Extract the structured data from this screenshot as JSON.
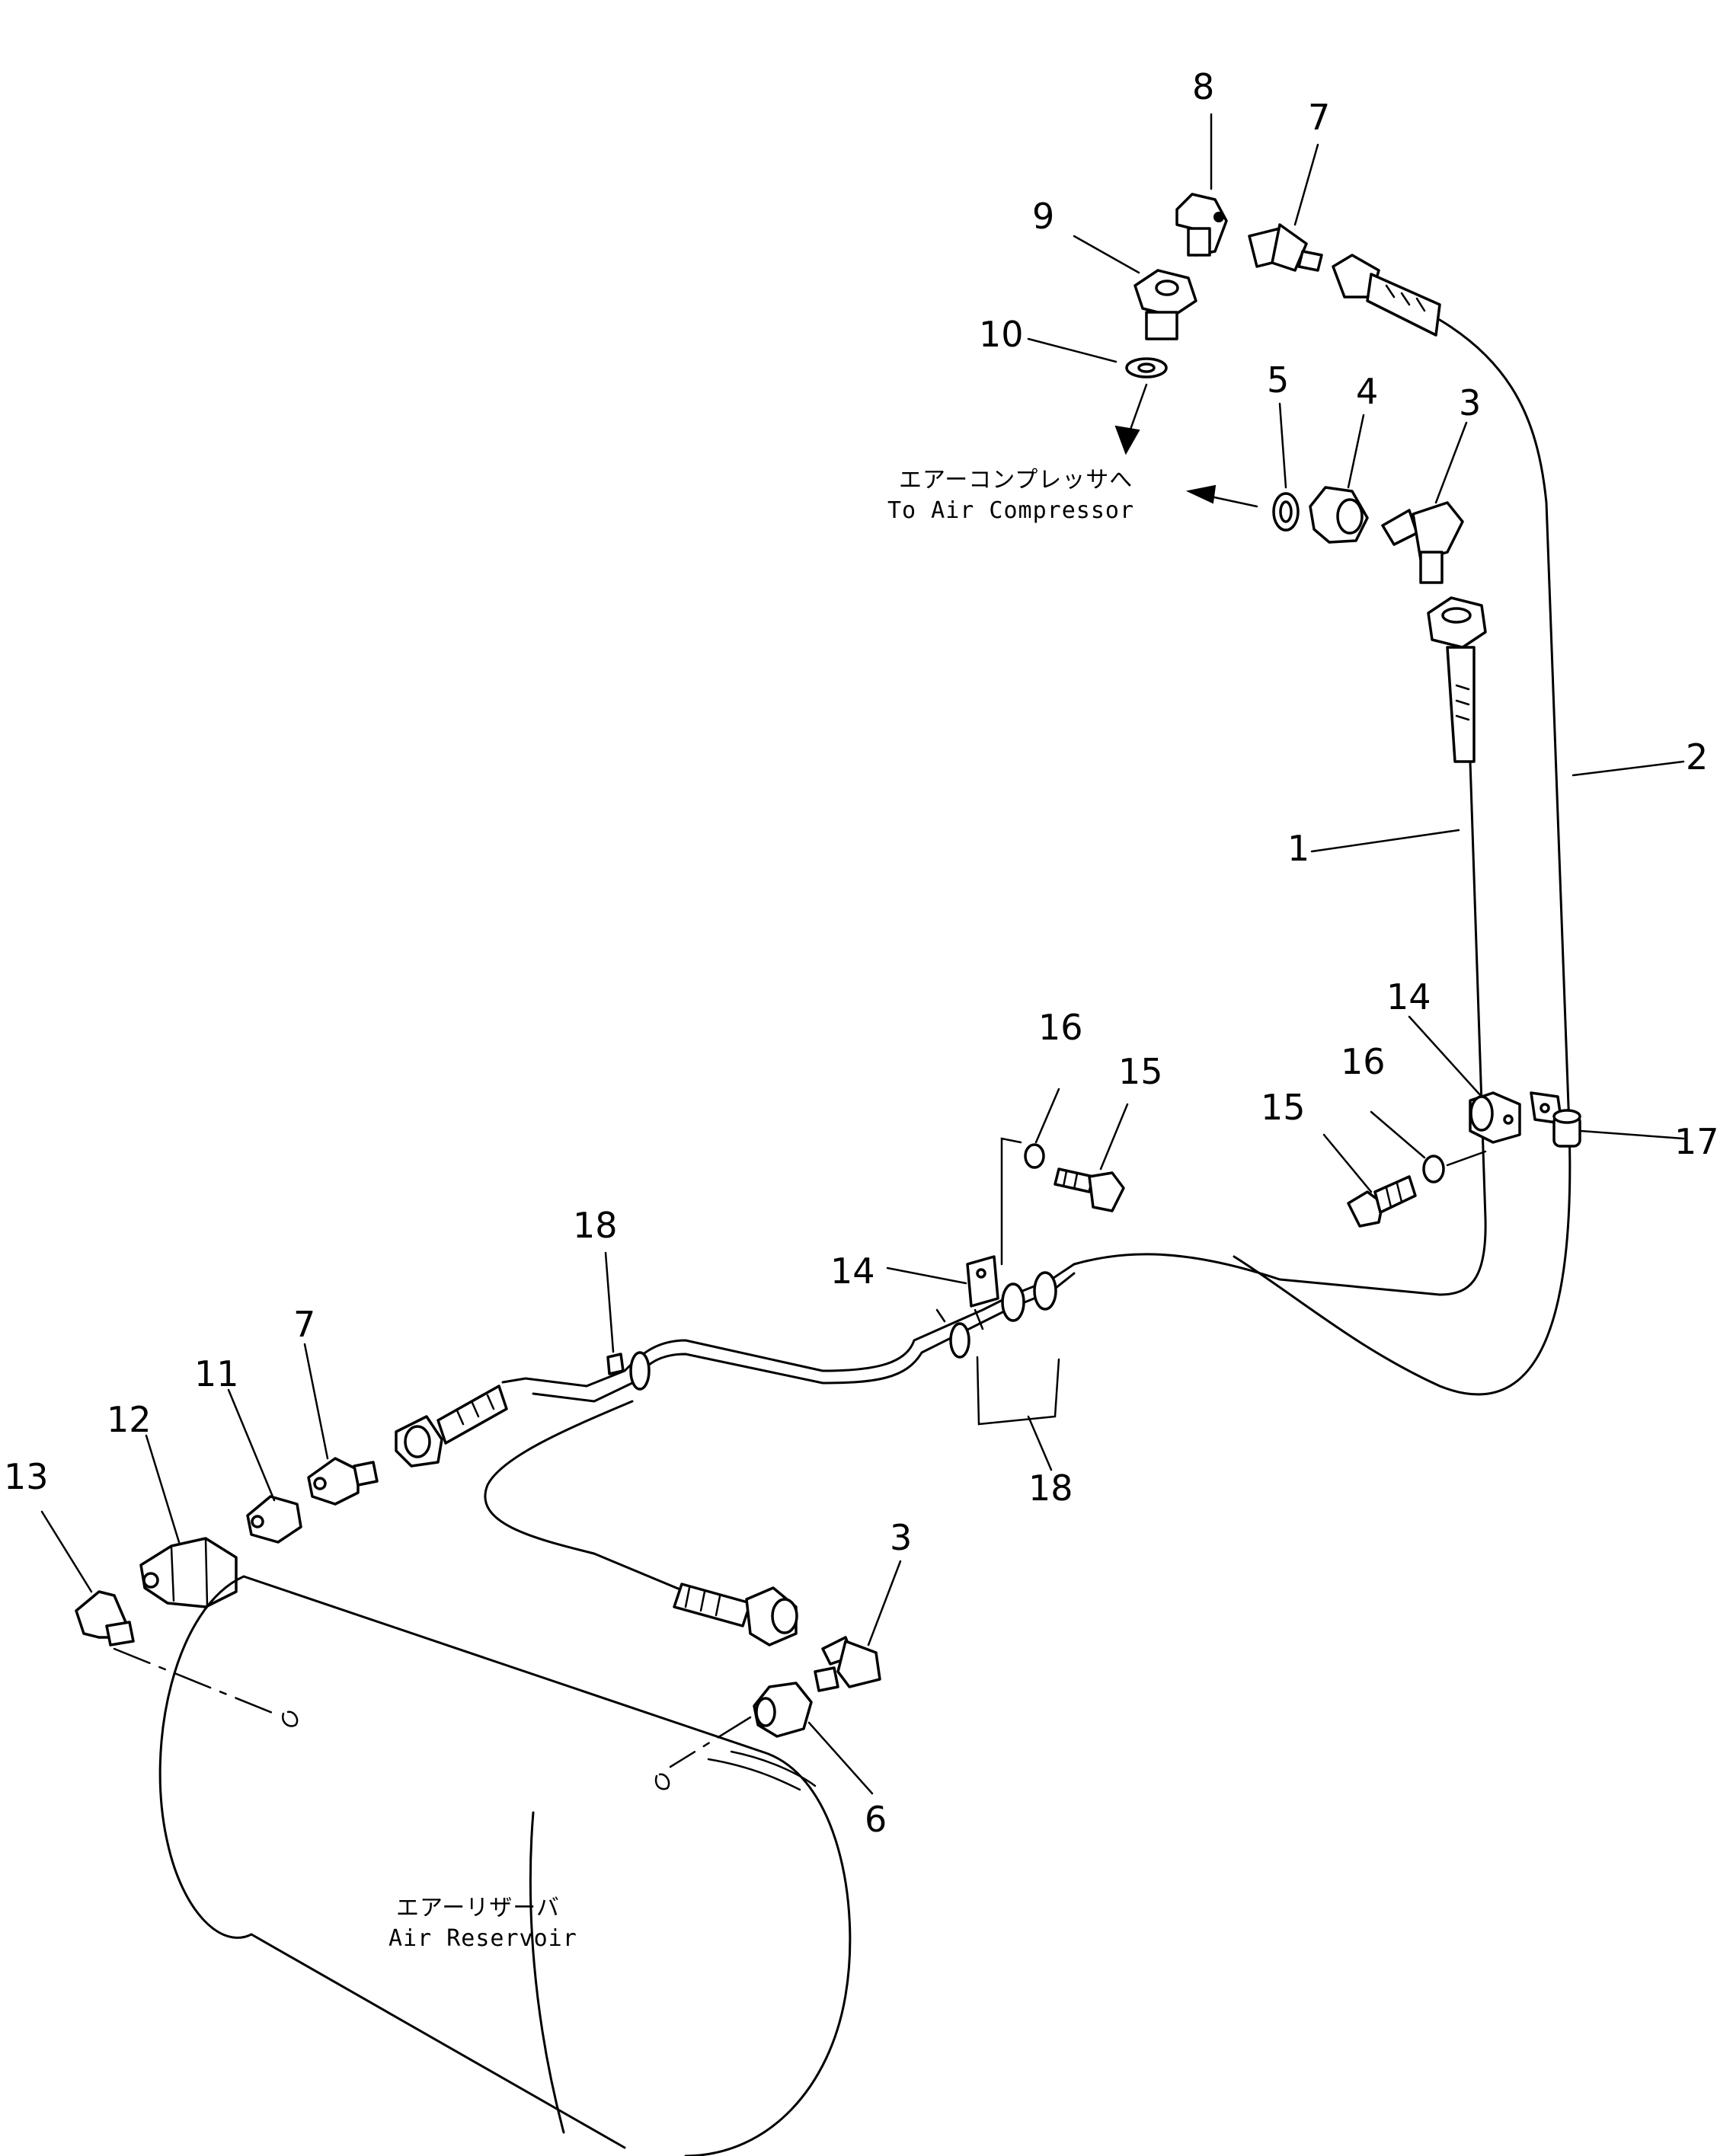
{
  "labels": {
    "compressor_jp": "エアーコンプレッサへ",
    "compressor_en": "To Air Compressor",
    "reservoir_jp": "エアーリザーバ",
    "reservoir_en": "Air Reservoir"
  },
  "callouts": {
    "c8": "8",
    "c7_top": "7",
    "c9": "9",
    "c10": "10",
    "c5": "5",
    "c4": "4",
    "c3_top": "3",
    "c2": "2",
    "c1": "1",
    "c14_right": "14",
    "c16_right": "16",
    "c15_right": "15",
    "c17": "17",
    "c16_mid": "16",
    "c15_mid": "15",
    "c14_mid": "14",
    "c18_left": "18",
    "c18_bottom": "18",
    "c7_left": "7",
    "c11": "11",
    "c12": "12",
    "c13": "13",
    "c3_bottom": "3",
    "c6": "6"
  }
}
